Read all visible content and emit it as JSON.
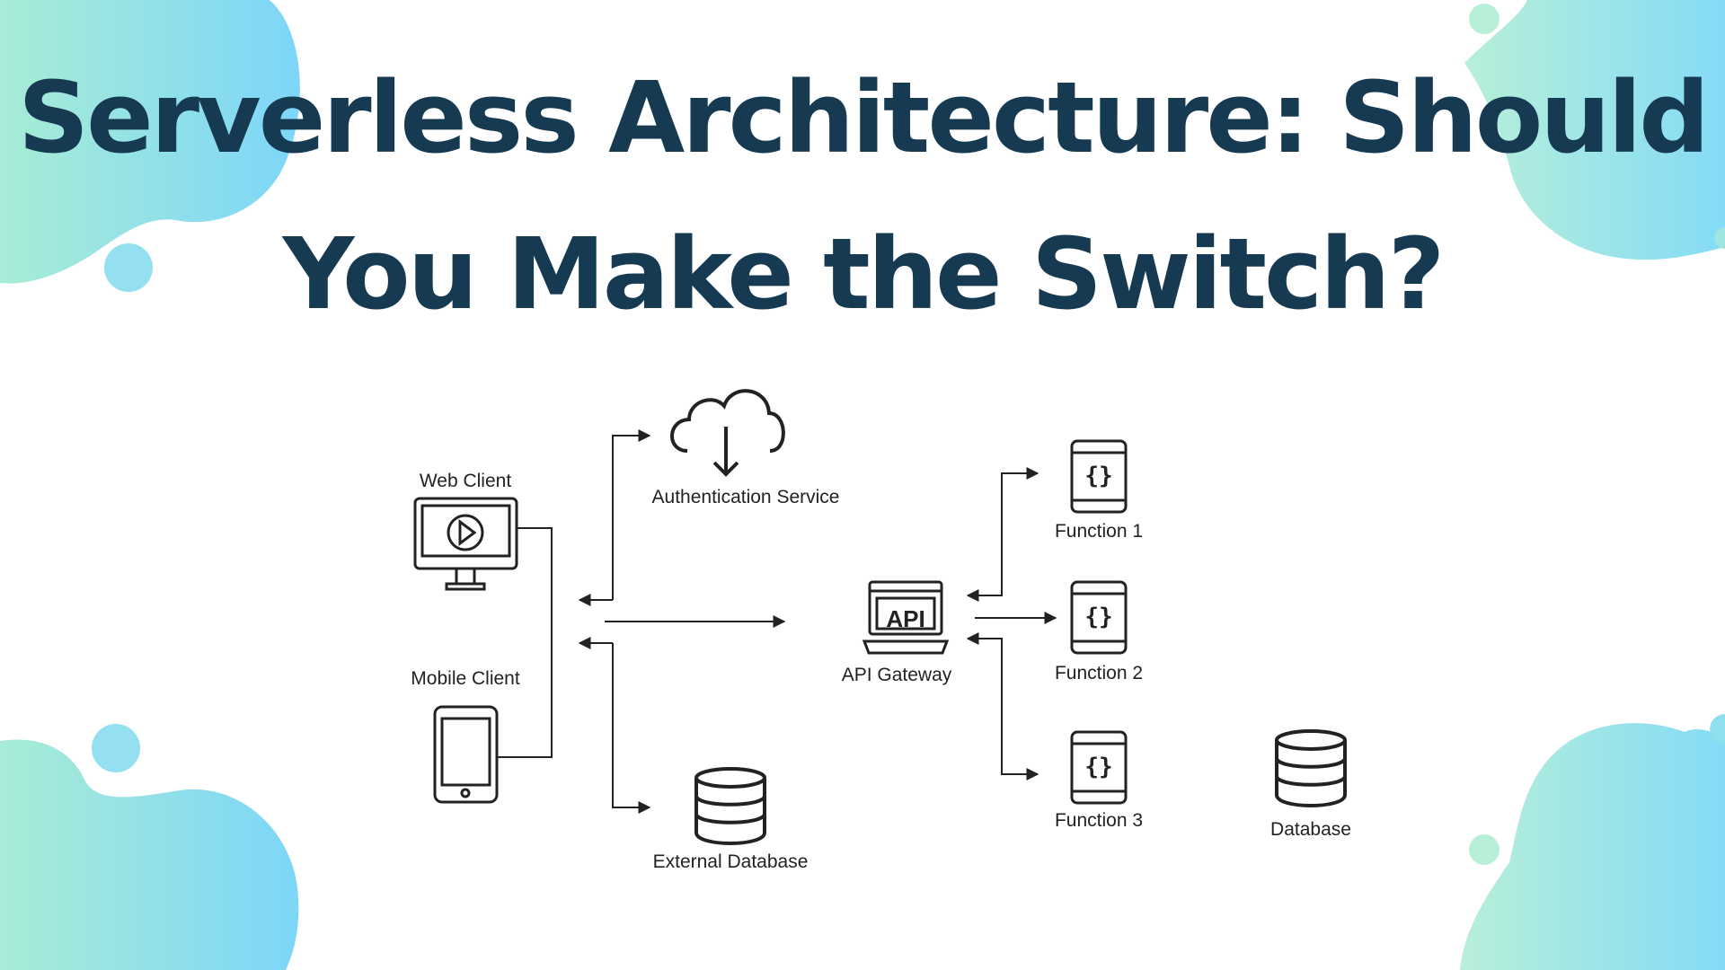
{
  "title": {
    "line1": "Serverless Architecture: Should",
    "line2": "You Make the Switch?"
  },
  "colors": {
    "title": "#163a52",
    "blob_start": "#a8ecd6",
    "blob_end": "#7dd6f8",
    "diagram_line": "#222222"
  },
  "nodes": {
    "web_client": "Web Client",
    "mobile_client": "Mobile Client",
    "auth_service": "Authentication Service",
    "external_db": "External Database",
    "api_gateway": "API Gateway",
    "api_badge": "API",
    "function_1": "Function 1",
    "function_2": "Function 2",
    "function_3": "Function 3",
    "database": "Database",
    "function_glyph": "{}"
  },
  "icons": {
    "web_client": "monitor-play-icon",
    "mobile_client": "phone-icon",
    "auth_service": "cloud-download-icon",
    "external_db": "database-icon",
    "api_gateway": "laptop-api-icon",
    "functions": "phone-code-icon",
    "database": "database-icon"
  }
}
